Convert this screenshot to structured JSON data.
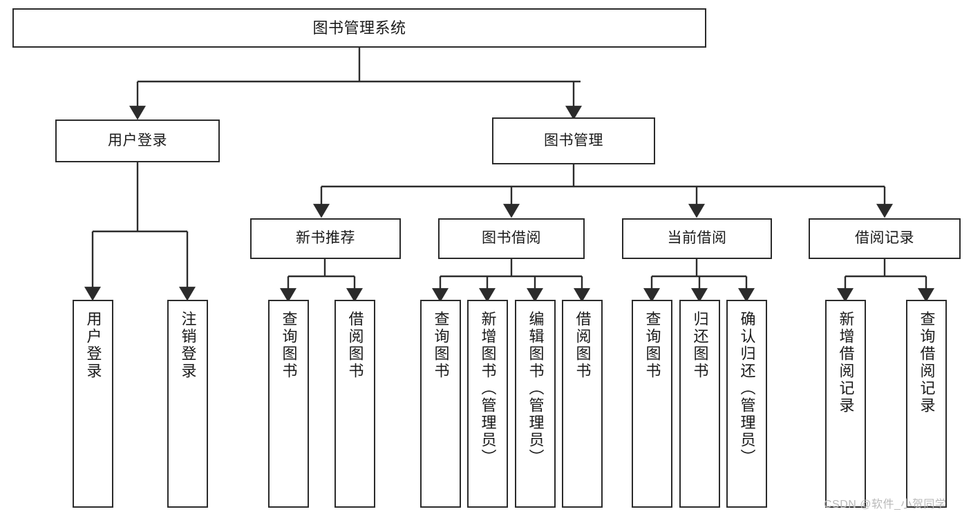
{
  "diagram": {
    "title": "图书管理系统",
    "type": "tree-hierarchy-chart",
    "watermark": "CSDN @软件_小贺同学",
    "colors": {
      "stroke": "#2b2b2b",
      "fill": "#ffffff",
      "text": "#1a1a1a",
      "watermark": "#b9b9b9"
    },
    "nodes": {
      "root": {
        "label": "图书管理系统"
      },
      "level2": [
        {
          "id": "user-login",
          "label": "用户登录"
        },
        {
          "id": "book-management",
          "label": "图书管理"
        }
      ],
      "level3": [
        {
          "id": "new-book-recommend",
          "label": "新书推荐"
        },
        {
          "id": "book-borrow",
          "label": "图书借阅"
        },
        {
          "id": "current-borrow",
          "label": "当前借阅"
        },
        {
          "id": "borrow-record",
          "label": "借阅记录"
        }
      ],
      "leaves": {
        "user_login": [
          {
            "id": "leaf-user-login",
            "label": "用户登录"
          },
          {
            "id": "leaf-logout",
            "label": "注销登录"
          }
        ],
        "new_book_recommend": [
          {
            "id": "leaf-query-book-1",
            "label": "查询图书"
          },
          {
            "id": "leaf-borrow-book-1",
            "label": "借阅图书"
          }
        ],
        "book_borrow": [
          {
            "id": "leaf-query-book-2",
            "label": "查询图书"
          },
          {
            "id": "leaf-add-book",
            "label": "新增图书（管理员）"
          },
          {
            "id": "leaf-edit-book",
            "label": "编辑图书（管理员）"
          },
          {
            "id": "leaf-borrow-book-2",
            "label": "借阅图书"
          }
        ],
        "current_borrow": [
          {
            "id": "leaf-query-book-3",
            "label": "查询图书"
          },
          {
            "id": "leaf-return-book",
            "label": "归还图书"
          },
          {
            "id": "leaf-confirm-return",
            "label": "确认归还（管理员）"
          }
        ],
        "borrow_record": [
          {
            "id": "leaf-add-record",
            "label": "新增借阅记录"
          },
          {
            "id": "leaf-query-record",
            "label": "查询借阅记录"
          }
        ]
      }
    }
  }
}
